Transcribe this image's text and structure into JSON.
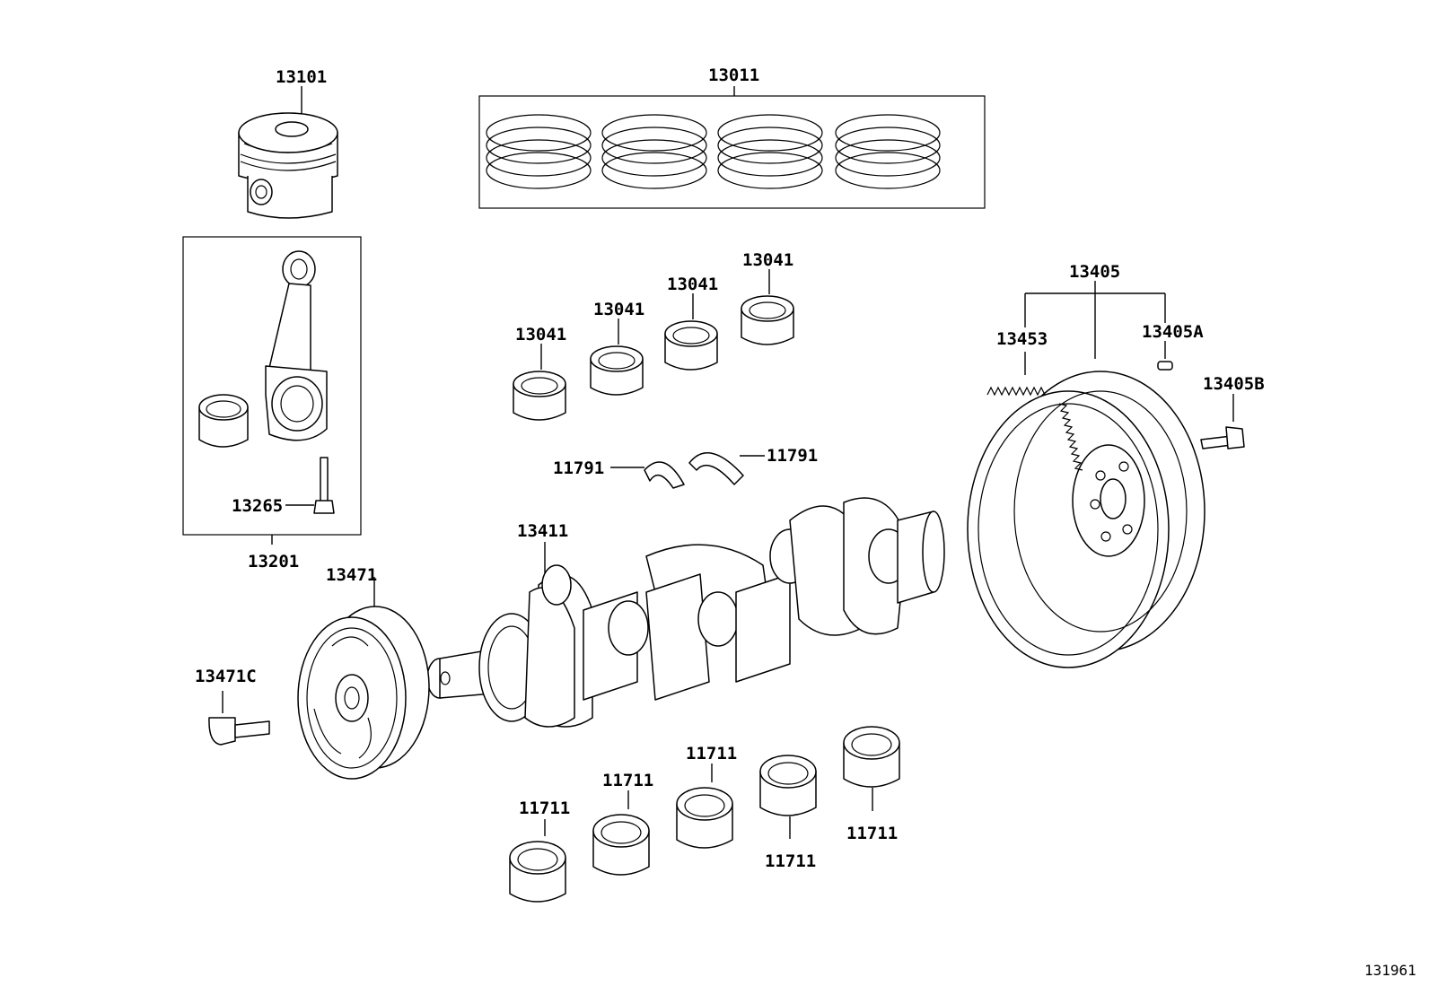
{
  "diagram_id": "131961",
  "labels": {
    "piston": "13101",
    "ring_set": "13011",
    "conrod_assy": "13201",
    "conrod_bolt": "13265",
    "conrod_bearing_1": "13041",
    "conrod_bearing_2": "13041",
    "conrod_bearing_3": "13041",
    "conrod_bearing_4": "13041",
    "flywheel": "13405",
    "ring_gear": "13453",
    "flywheel_pin": "13405A",
    "flywheel_bolt": "13405B",
    "thrust_washer_left": "11791",
    "thrust_washer_right": "11791",
    "crankshaft": "13411",
    "pulley": "13471",
    "pulley_bolt": "13471C",
    "main_bearing_1": "11711",
    "main_bearing_2": "11711",
    "main_bearing_3": "11711",
    "main_bearing_4": "11711",
    "main_bearing_5": "11711"
  }
}
